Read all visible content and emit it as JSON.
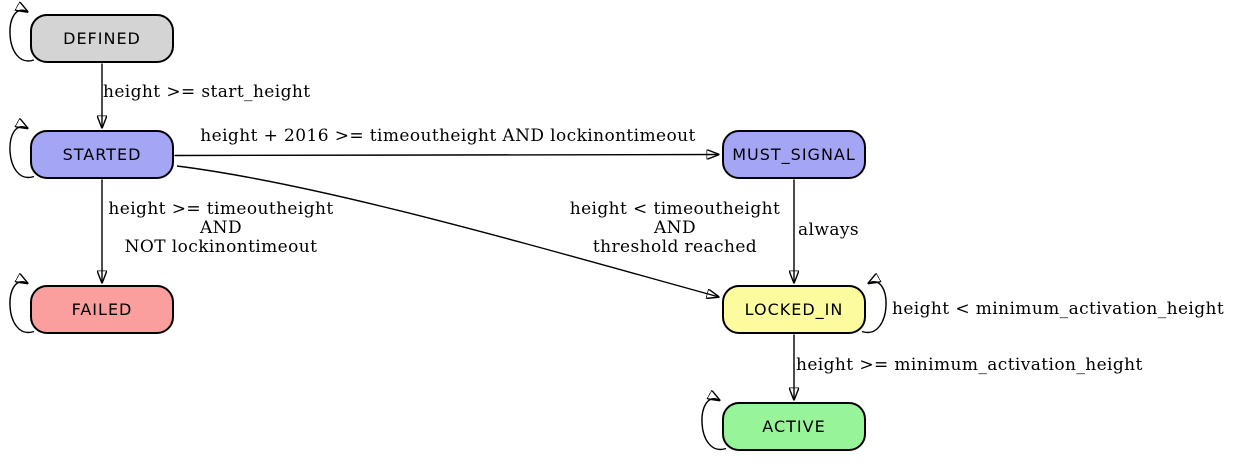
{
  "nodes": {
    "defined": {
      "label": "DEFINED",
      "fill": "#d4d4d4"
    },
    "started": {
      "label": "STARTED",
      "fill": "#a5a5f6"
    },
    "must_signal": {
      "label": "MUST_SIGNAL",
      "fill": "#a5a5f6"
    },
    "failed": {
      "label": "FAILED",
      "fill": "#fa9e9e"
    },
    "locked_in": {
      "label": "LOCKED_IN",
      "fill": "#fcfc9e"
    },
    "active": {
      "label": "ACTIVE",
      "fill": "#98f498"
    }
  },
  "edges": {
    "defined_to_started": {
      "label": "height >= start_height"
    },
    "started_to_must_signal": {
      "label": "height + 2016 >= timeoutheight AND lockinontimeout"
    },
    "started_to_failed": {
      "lines": [
        "height >= timeoutheight",
        "AND",
        "NOT lockinontimeout"
      ]
    },
    "started_to_locked_in": {
      "lines": [
        "height < timeoutheight",
        "AND",
        "threshold reached"
      ]
    },
    "must_signal_to_locked_in": {
      "label": "always"
    },
    "locked_in_self_loop": {
      "label": "height < minimum_activation_height"
    },
    "locked_in_to_active": {
      "label": "height >= minimum_activation_height"
    }
  },
  "colors": {
    "background": "#ffffff",
    "edge": "#000000",
    "node_border": "#000000",
    "text": "#000000"
  }
}
